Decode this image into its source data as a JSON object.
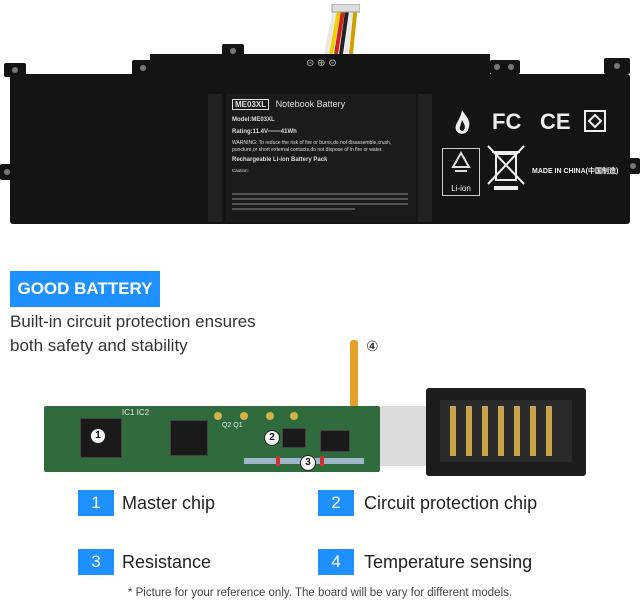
{
  "battery": {
    "model_tag": "ME03XL",
    "title": "Notebook Battery",
    "model_line": "Model:ME03XL",
    "rating_line": "Rating:11.4V═══41Wh",
    "warning_line": "WARNING: To reduce the risk of fire or burns,do not disassemble,crush, puncture,or short external contacts,do not dispose of in fire or water.",
    "pack_line": "Rechargeable Li-ion Battery Pack",
    "caution_line": "Caution:",
    "recycle_label": "Li-ion",
    "made_in": "MADE IN CHINA(中国制造)",
    "fcc": "FC",
    "ce": "CE",
    "connector_symbols": "⊝ ⊕ ⊝"
  },
  "banner": {
    "label": "GOOD BATTERY"
  },
  "subtitle": {
    "line1": "Built-in circuit protection ensures",
    "line2": "both safety and stability"
  },
  "pcb": {
    "ic_labels": "IC1 IC2",
    "q_labels": "Q2 Q1",
    "marker1": "1",
    "marker2": "2",
    "marker3": "3",
    "marker4": "④"
  },
  "legend": [
    {
      "num": "1",
      "text": "Master chip"
    },
    {
      "num": "2",
      "text": "Circuit protection chip"
    },
    {
      "num": "3",
      "text": "Resistance"
    },
    {
      "num": "4",
      "text": "Temperature sensing"
    }
  ],
  "footnote": "* Picture for your reference only. The board will be vary for different models.",
  "colors": {
    "accent": "#1e90ff",
    "battery": "#141414",
    "pcb": "#2f6b3c"
  }
}
